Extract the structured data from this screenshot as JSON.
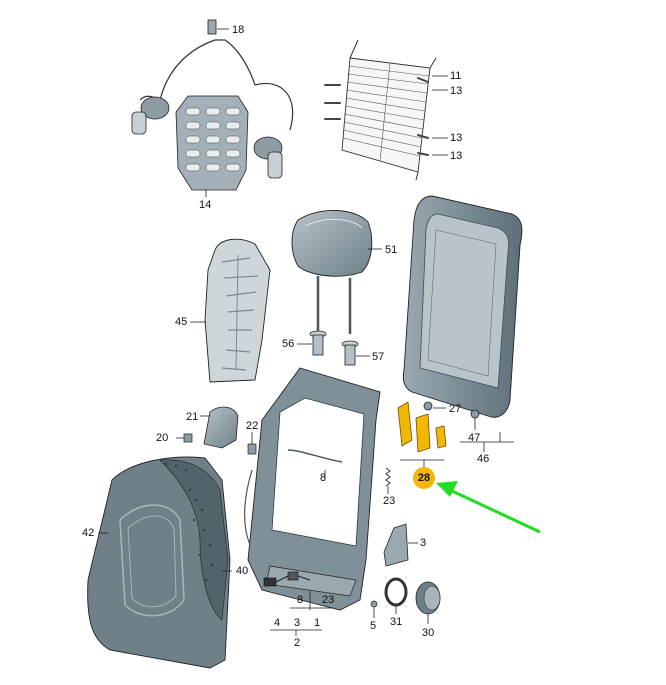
{
  "diagram": {
    "callouts": {
      "c18": "18",
      "c11": "11",
      "c13a": "13",
      "c13b": "13",
      "c13c": "13",
      "c14": "14",
      "c51": "51",
      "c45": "45",
      "c56": "56",
      "c57": "57",
      "c27": "27",
      "c47": "47",
      "c46": "46",
      "c21": "21",
      "c22": "22",
      "c20": "20",
      "c8": "8",
      "c23a": "23",
      "c28": "28",
      "c42": "42",
      "c3": "3",
      "c40": "40",
      "c8b": "8",
      "c23b": "23",
      "c4": "4",
      "c3b": "3",
      "c1": "1",
      "c2": "2",
      "c5": "5",
      "c31": "31",
      "c30": "30"
    },
    "highlight_color": "#f2b705",
    "arrow_color": "#22dd22",
    "part_fill": "#8a9aa3",
    "part_dark": "#5d6e78",
    "line_color": "#222222"
  }
}
